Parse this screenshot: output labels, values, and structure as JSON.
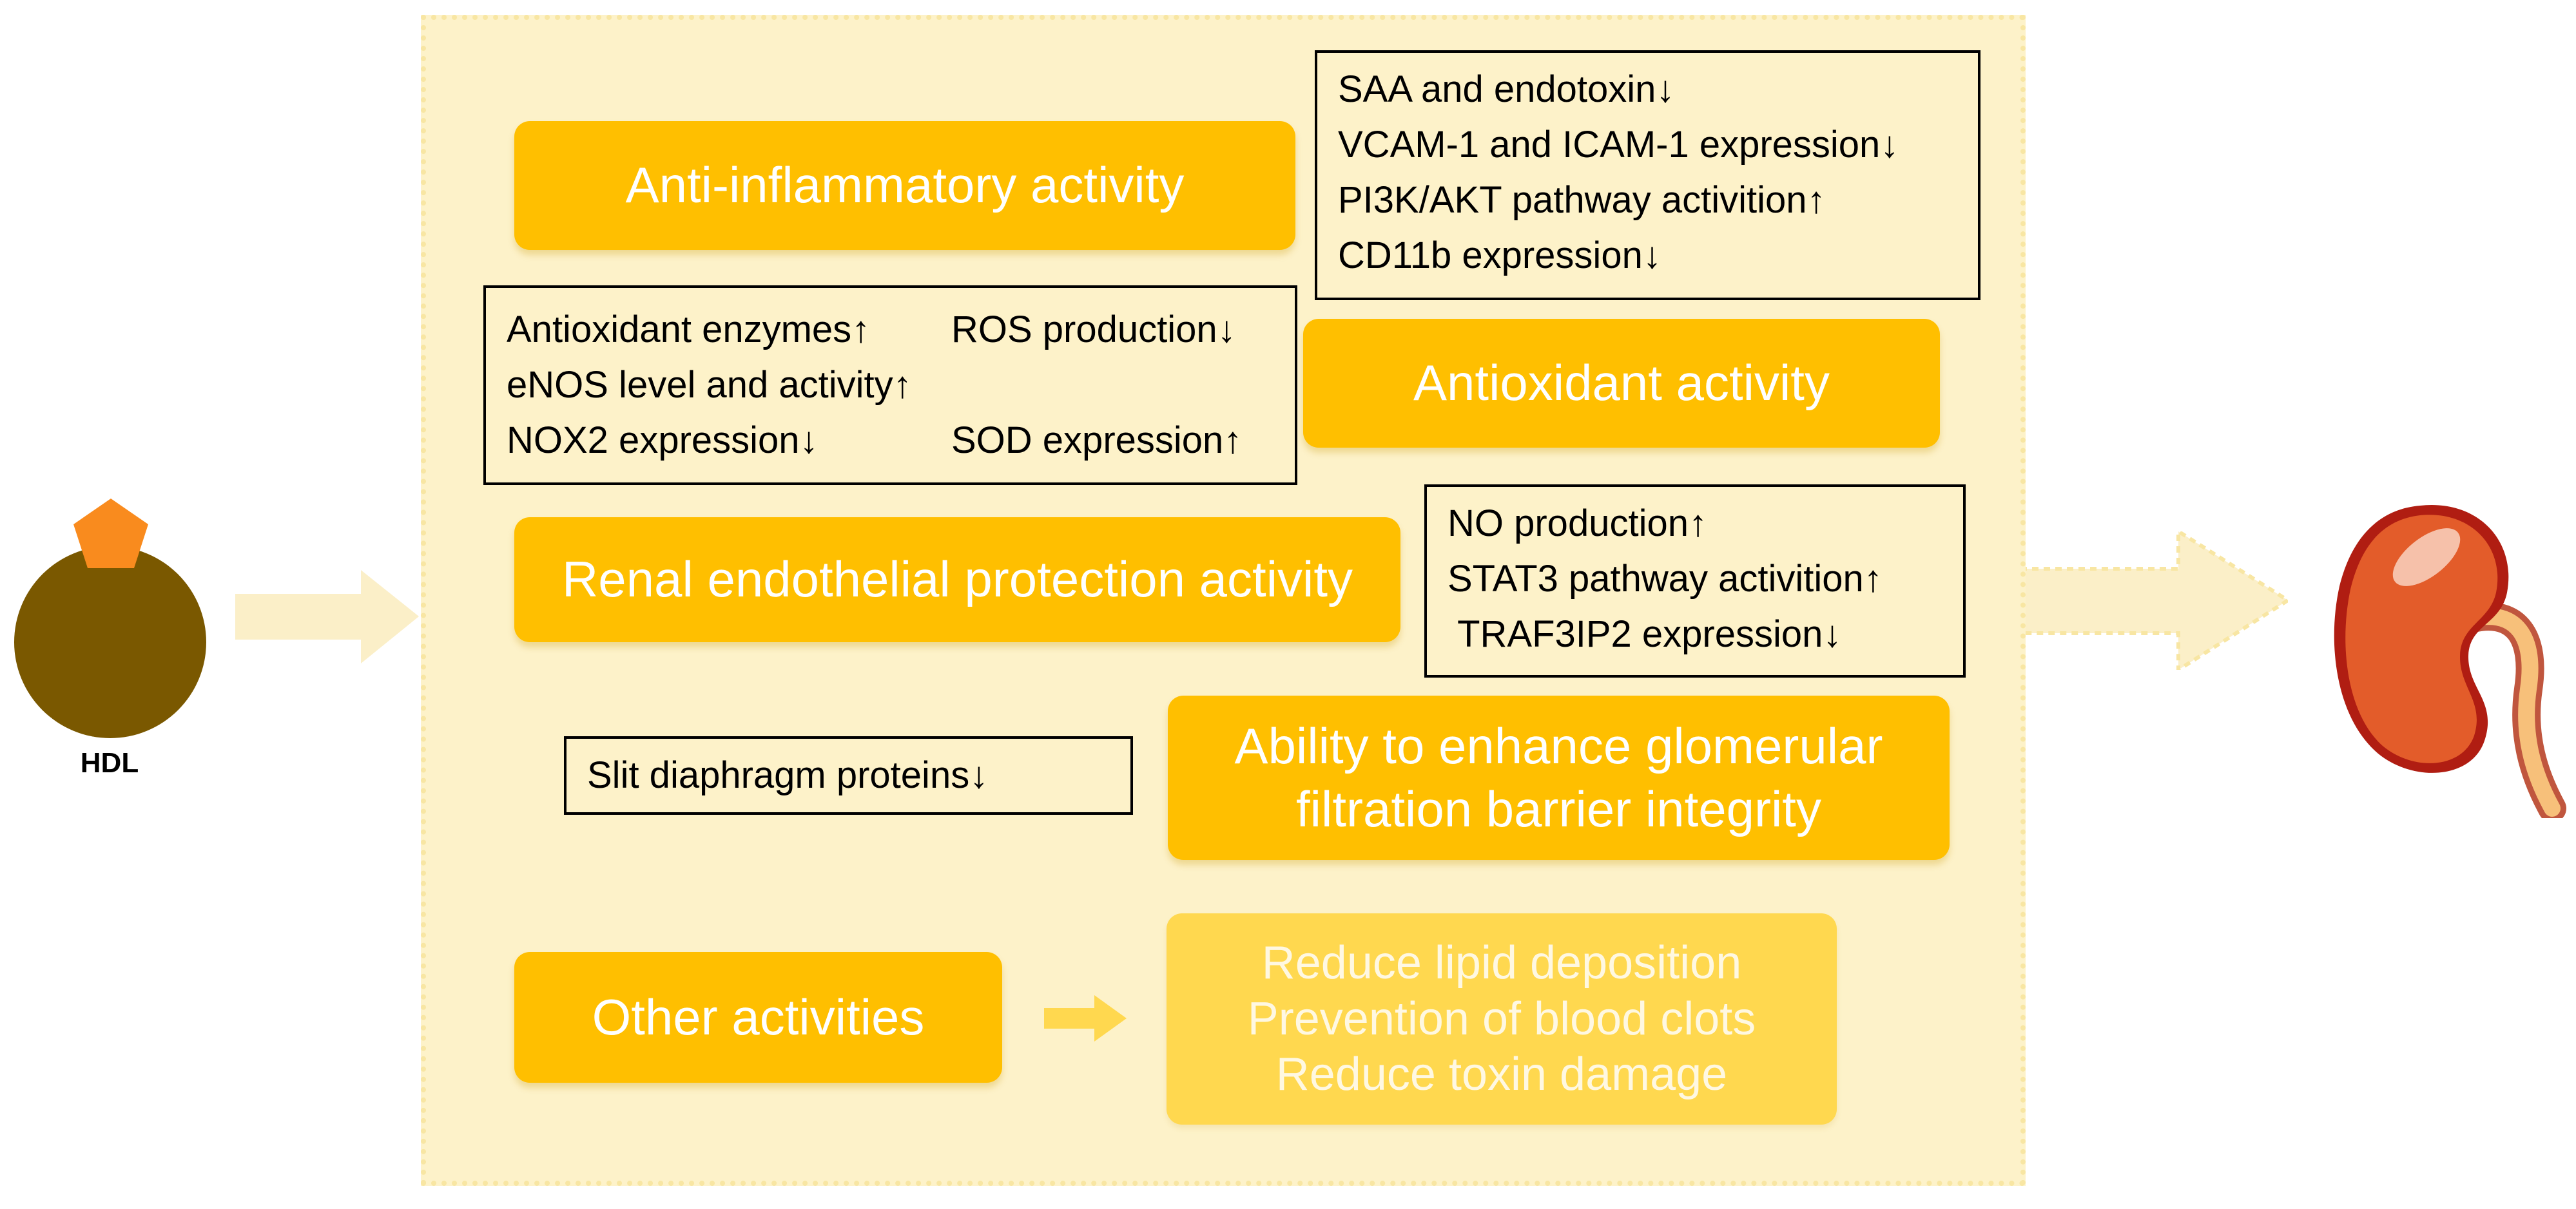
{
  "hdl": {
    "label": "HDL"
  },
  "activities": {
    "anti_inflammatory": "Anti-inflammatory activity",
    "antioxidant": "Antioxidant activity",
    "renal_endothelial": "Renal endothelial protection activity",
    "glomerular": [
      "Ability to enhance glomerular",
      "filtration barrier integrity"
    ],
    "other": "Other activities"
  },
  "notes": {
    "anti_inflammatory": [
      "SAA and endotoxin↓",
      "VCAM-1 and ICAM-1 expression↓",
      "PI3K/AKT pathway activition↑",
      "CD11b expression↓"
    ],
    "antioxidant": [
      "Antioxidant enzymes↑",
      "ROS production↓",
      "eNOS level and activity↑",
      "",
      "NOX2 expression↓",
      "SOD expression↑"
    ],
    "renal_endothelial": [
      "NO production↑",
      "STAT3 pathway activition↑",
      " TRAF3IP2 expression↓"
    ],
    "glomerular": "Slit diaphragm proteins↓"
  },
  "other_effects": [
    "Reduce lipid deposition",
    "Prevention of blood clots",
    "Reduce toxin damage"
  ],
  "colors": {
    "panel_bg": "#fdf2c9",
    "panel_border": "#f8e6a3",
    "activity_box": "#ffbf00",
    "effects_box": "#ffd84f",
    "arrow": "#fbefc8",
    "hdl_core": "#7a5800",
    "hdl_apolipoprotein": "#f98b1e",
    "kidney": "#e35c2a"
  },
  "icons": [
    "hdl-particle-icon",
    "kidney-icon",
    "right-arrow-icon"
  ]
}
